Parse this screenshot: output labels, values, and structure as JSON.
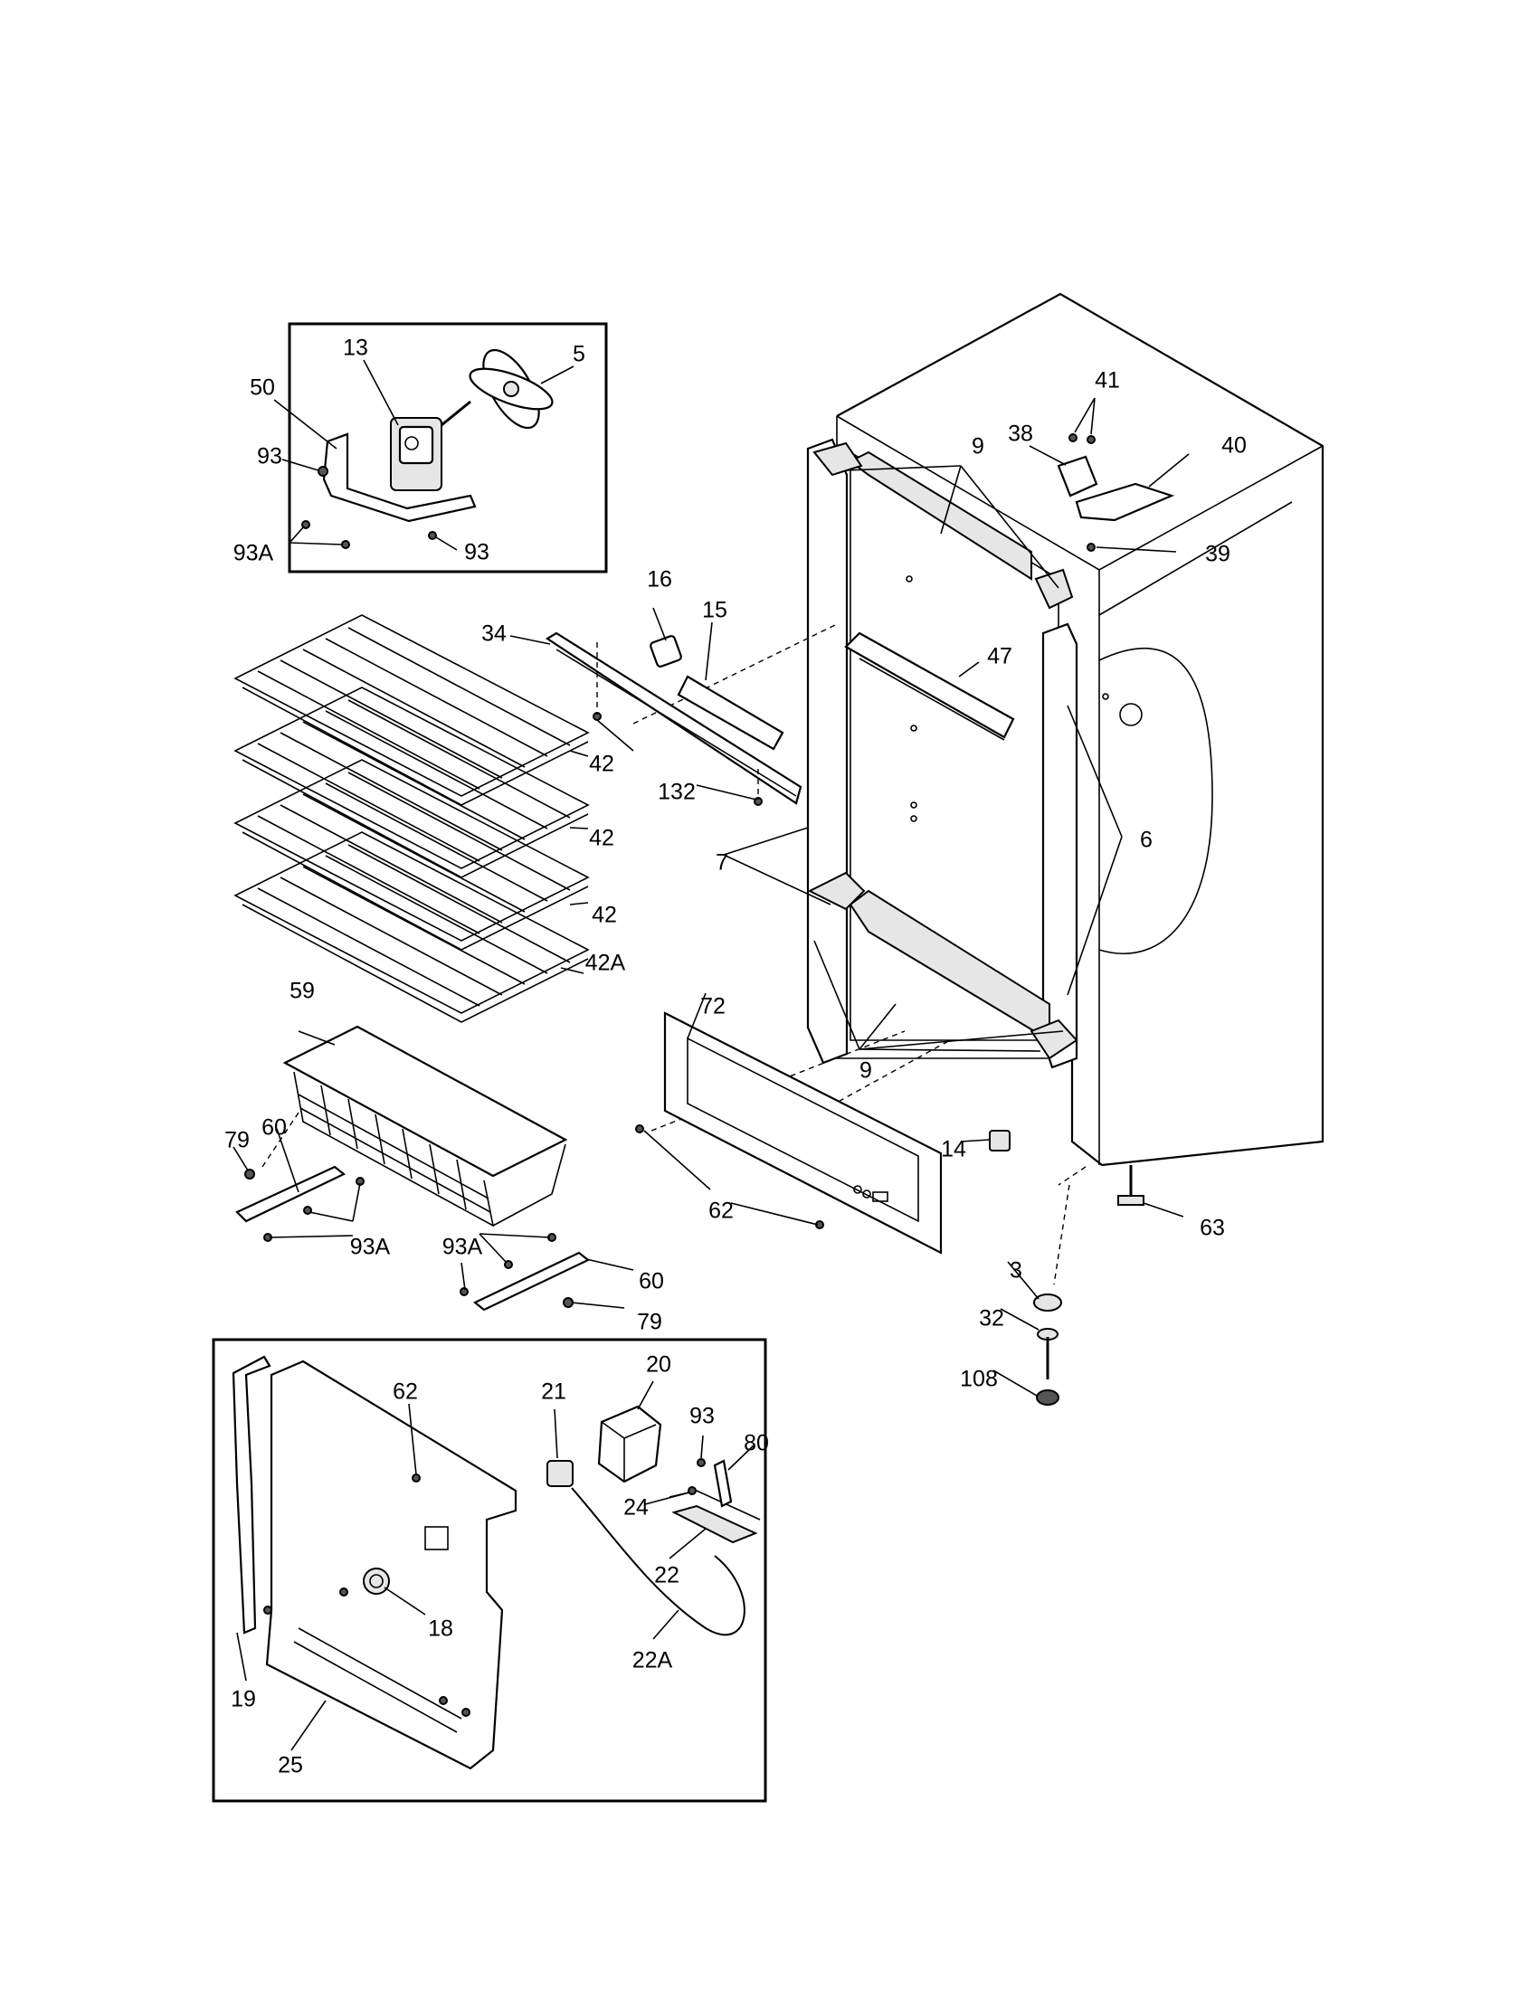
{
  "diagram": {
    "type": "exploded parts diagram",
    "part_labels": [
      {
        "id": "p13",
        "text": "13"
      },
      {
        "id": "p5",
        "text": "5"
      },
      {
        "id": "p50",
        "text": "50"
      },
      {
        "id": "p93_a",
        "text": "93"
      },
      {
        "id": "p93A_a",
        "text": "93A"
      },
      {
        "id": "p93_b",
        "text": "93"
      },
      {
        "id": "p41",
        "text": "41"
      },
      {
        "id": "p9_top",
        "text": "9"
      },
      {
        "id": "p38",
        "text": "38"
      },
      {
        "id": "p40",
        "text": "40"
      },
      {
        "id": "p39",
        "text": "39"
      },
      {
        "id": "p16",
        "text": "16"
      },
      {
        "id": "p15",
        "text": "15"
      },
      {
        "id": "p34",
        "text": "34"
      },
      {
        "id": "p47",
        "text": "47"
      },
      {
        "id": "p42_1",
        "text": "42"
      },
      {
        "id": "p132",
        "text": "132"
      },
      {
        "id": "p42_2",
        "text": "42"
      },
      {
        "id": "p6",
        "text": "6"
      },
      {
        "id": "p7",
        "text": "7"
      },
      {
        "id": "p42_3",
        "text": "42"
      },
      {
        "id": "p59",
        "text": "59"
      },
      {
        "id": "p42A",
        "text": "42A"
      },
      {
        "id": "p72",
        "text": "72"
      },
      {
        "id": "p9_bottom",
        "text": "9"
      },
      {
        "id": "p79_a",
        "text": "79"
      },
      {
        "id": "p60_a",
        "text": "60"
      },
      {
        "id": "p14",
        "text": "14"
      },
      {
        "id": "p62_a",
        "text": "62"
      },
      {
        "id": "p63",
        "text": "63"
      },
      {
        "id": "p93A_b",
        "text": "93A"
      },
      {
        "id": "p93A_c",
        "text": "93A"
      },
      {
        "id": "p3",
        "text": "3"
      },
      {
        "id": "p60_b",
        "text": "60"
      },
      {
        "id": "p32",
        "text": "32"
      },
      {
        "id": "p79_b",
        "text": "79"
      },
      {
        "id": "p20",
        "text": "20"
      },
      {
        "id": "p62_b",
        "text": "62"
      },
      {
        "id": "p21",
        "text": "21"
      },
      {
        "id": "p108",
        "text": "108"
      },
      {
        "id": "p93_c",
        "text": "93"
      },
      {
        "id": "p80",
        "text": "80"
      },
      {
        "id": "p24",
        "text": "24"
      },
      {
        "id": "p22",
        "text": "22"
      },
      {
        "id": "p18",
        "text": "18"
      },
      {
        "id": "p22A",
        "text": "22A"
      },
      {
        "id": "p19",
        "text": "19"
      },
      {
        "id": "p25",
        "text": "25"
      }
    ]
  }
}
